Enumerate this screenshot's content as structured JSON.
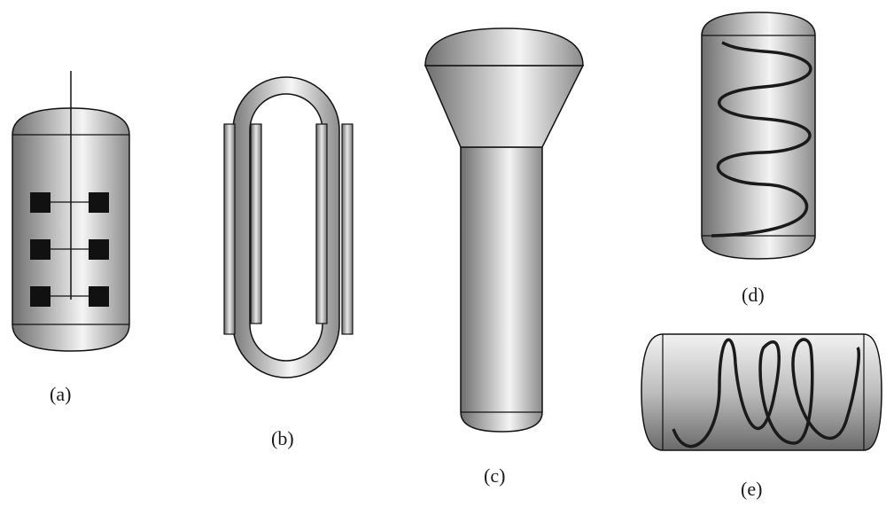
{
  "labels": {
    "a": "(a)",
    "b": "(b)",
    "c": "(c)",
    "d": "(d)",
    "e": "(e)"
  },
  "colors": {
    "outline": "#111111",
    "metal_dark": "#6e6e6e",
    "metal_light": "#f4f4f4",
    "impeller": "#111111",
    "coil": "#1a1a1a"
  }
}
